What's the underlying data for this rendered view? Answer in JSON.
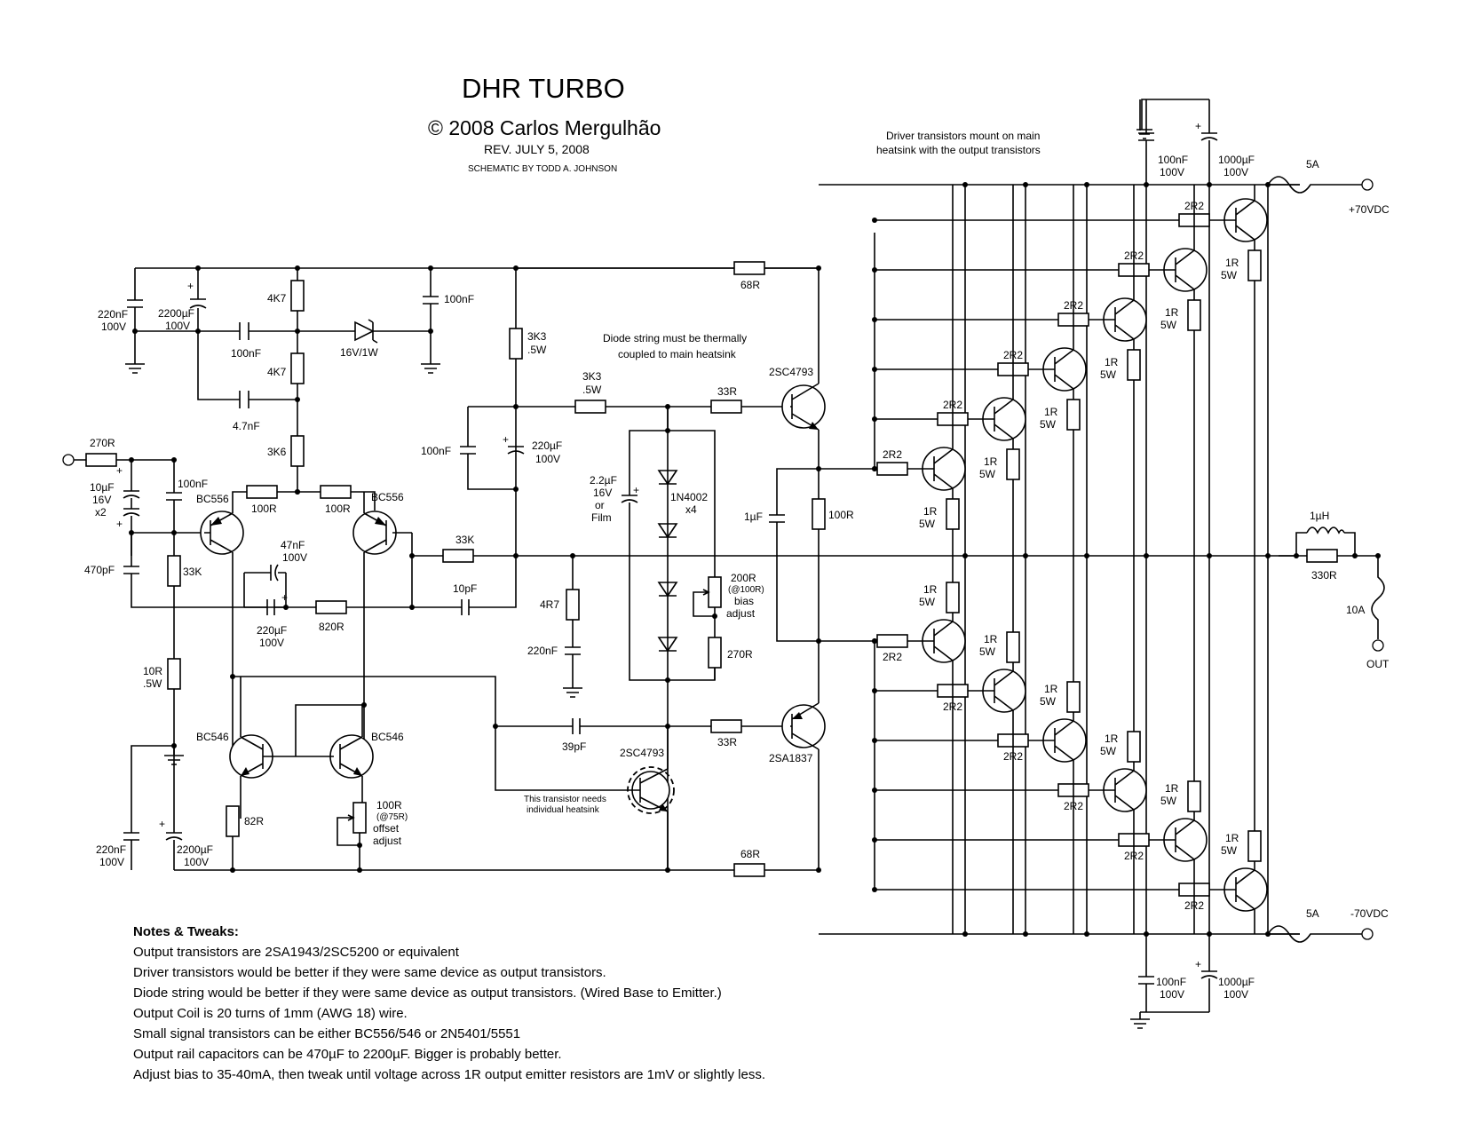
{
  "header": {
    "title": "DHR TURBO",
    "copyright": "© 2008 Carlos Mergulhão",
    "revision": "REV.  JULY 5, 2008",
    "credit": "SCHEMATIC BY TODD A. JOHNSON"
  },
  "annotations": {
    "driver_mount_1": "Driver transistors mount on main",
    "driver_mount_2": "heatsink with the output transistors",
    "diode_note_1": "Diode string must be thermally",
    "diode_note_2": "coupled to main heatsink",
    "heatsink_1": "This transistor needs",
    "heatsink_2": "individual heatsink"
  },
  "labels": {
    "c220n_100v_a": "220nF",
    "v100_a": "100V",
    "c2200u_a": "2200µF",
    "v100_b": "100V",
    "c100n_a": "100nF",
    "r4k7_a": "4K7",
    "r4k7_b": "4K7",
    "c100n_b": "100nF",
    "zener": "16V/1W",
    "c4n7": "4.7nF",
    "r3k6": "3K6",
    "r3k3_a": "3K3",
    "w5_a": ".5W",
    "r3k3_b": "3K3",
    "w5_b": ".5W",
    "r33_a": "33R",
    "q_2sc4793_a": "2SC4793",
    "r68_a": "68R",
    "c100n_c": "100nF",
    "c220u": "220µF",
    "v100_c": "100V",
    "r270_in": "270R",
    "c10u": "10µF",
    "v16": "16V",
    "x2": "x2",
    "c100n_d": "100nF",
    "bc556_a": "BC556",
    "bc556_b": "BC556",
    "r100_a": "100R",
    "r100_b": "100R",
    "r33k_a": "33K",
    "r33k_b": "33K",
    "c470p": "470pF",
    "c47n": "47nF",
    "v100_d": "100V",
    "c220u_b": "220µF",
    "v100_e": "100V",
    "r820": "820R",
    "c10p": "10pF",
    "r4r7": "4R7",
    "c220n_b": "220nF",
    "c2u2": "2.2µF",
    "v16_b": "16V",
    "or": "or",
    "film": "Film",
    "d1n4002": "1N4002",
    "x4": "x4",
    "r200": "200R",
    "r200_alt": "(@100R)",
    "bias": "bias",
    "adjust": "adjust",
    "r270_b": "270R",
    "c1u": "1µF",
    "r100_c": "100R",
    "r10": "10R",
    "w5_c": ".5W",
    "bc546_a": "BC546",
    "bc546_b": "BC546",
    "c39p": "39pF",
    "q_2sc4793_b": "2SC4793",
    "r33_b": "33R",
    "q_2sa1837": "2SA1837",
    "r82": "82R",
    "r100_d": "100R",
    "r100_d_alt": "(@75R)",
    "offset": "offset",
    "adjust_b": "adjust",
    "c220n_c": "220nF",
    "v100_f": "100V",
    "c2200u_b": "2200µF",
    "v100_g": "100V",
    "r68_b": "68R",
    "c100n_top": "100nF",
    "v100_top": "100V",
    "c1000u_top": "1000µF",
    "v100_top2": "100V",
    "fuse_top": "5A",
    "rail_pos": "+70VDC",
    "c100n_bot": "100nF",
    "v100_bot": "100V",
    "c1000u_bot": "1000µF",
    "v100_bot2": "100V",
    "fuse_bot": "5A",
    "rail_neg": "-70VDC",
    "l1u": "1µH",
    "r330": "330R",
    "fuse_out": "10A",
    "out": "OUT",
    "r2r2": "2R2",
    "r1r": "1R",
    "w5": "5W"
  },
  "notes": {
    "heading": "Notes & Tweaks:",
    "items": [
      "Output transistors are 2SA1943/2SC5200 or equivalent",
      "Driver transistors would be better if they were same device as output transistors.",
      "Diode string would be better if they were same device as output transistors. (Wired Base to Emitter.)",
      "Output Coil is 20 turns of 1mm (AWG 18) wire.",
      "Small signal transistors can be either BC556/546 or 2N5401/5551",
      "Output rail capacitors can be 470µF to 2200µF.  Bigger is probably better.",
      "Adjust bias to 35-40mA, then tweak until voltage across 1R output emitter resistors  are 1mV or slightly less."
    ]
  }
}
